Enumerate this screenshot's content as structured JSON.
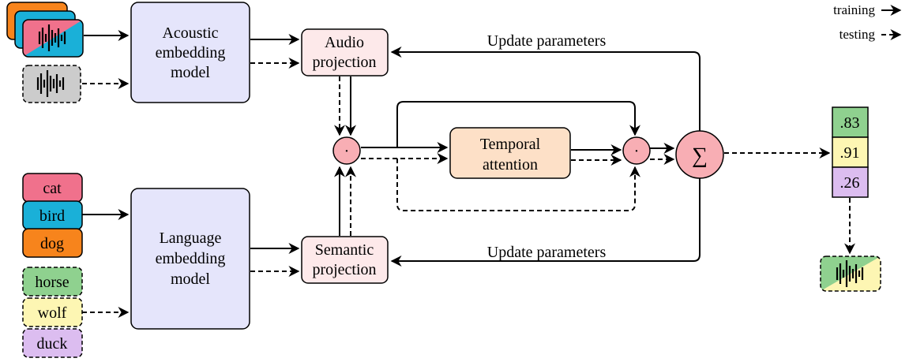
{
  "legend": {
    "training_label": "training",
    "testing_label": "testing"
  },
  "acoustic_model": {
    "line1": "Acoustic",
    "line2": "embedding",
    "line3": "model"
  },
  "language_model": {
    "line1": "Language",
    "line2": "embedding",
    "line3": "model"
  },
  "audio_projection": {
    "line1": "Audio",
    "line2": "projection"
  },
  "semantic_projection": {
    "line1": "Semantic",
    "line2": "projection"
  },
  "temporal_attention": {
    "line1": "Temporal",
    "line2": "attention"
  },
  "dot_operator": "·",
  "sum_operator": "∑",
  "update_label_top": "Update parameters",
  "update_label_bottom": "Update parameters",
  "training_classes": [
    {
      "label": "cat",
      "color": "#f0718c"
    },
    {
      "label": "bird",
      "color": "#1ab0d8"
    },
    {
      "label": "dog",
      "color": "#f7841c"
    }
  ],
  "testing_classes": [
    {
      "label": "horse",
      "color": "#8fd18f"
    },
    {
      "label": "wolf",
      "color": "#fdf6b3"
    },
    {
      "label": "duck",
      "color": "#dcbdf0"
    }
  ],
  "scores": [
    {
      "value": ".83",
      "color": "#8fd18f"
    },
    {
      "value": ".91",
      "color": "#fdf6b3"
    },
    {
      "value": ".26",
      "color": "#dcbdf0"
    }
  ],
  "colors": {
    "embedding_box": "#e5e5fb",
    "projection_box": "#fde9ea",
    "attention_box": "#fde0c7",
    "operator": "#f8aeb4",
    "test_audio": "#cccccc"
  }
}
